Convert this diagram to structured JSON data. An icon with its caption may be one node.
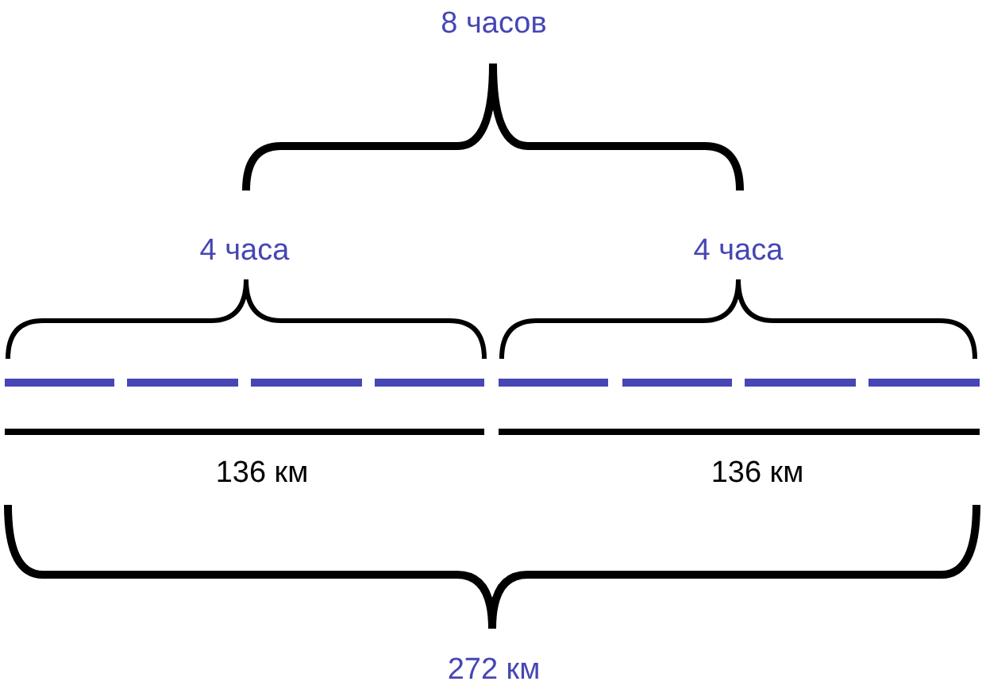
{
  "diagram": {
    "labels": [
      "8 часов",
      "4 часа",
      "4 часа",
      "136 км",
      "136 км",
      "272 км"
    ]
  }
}
